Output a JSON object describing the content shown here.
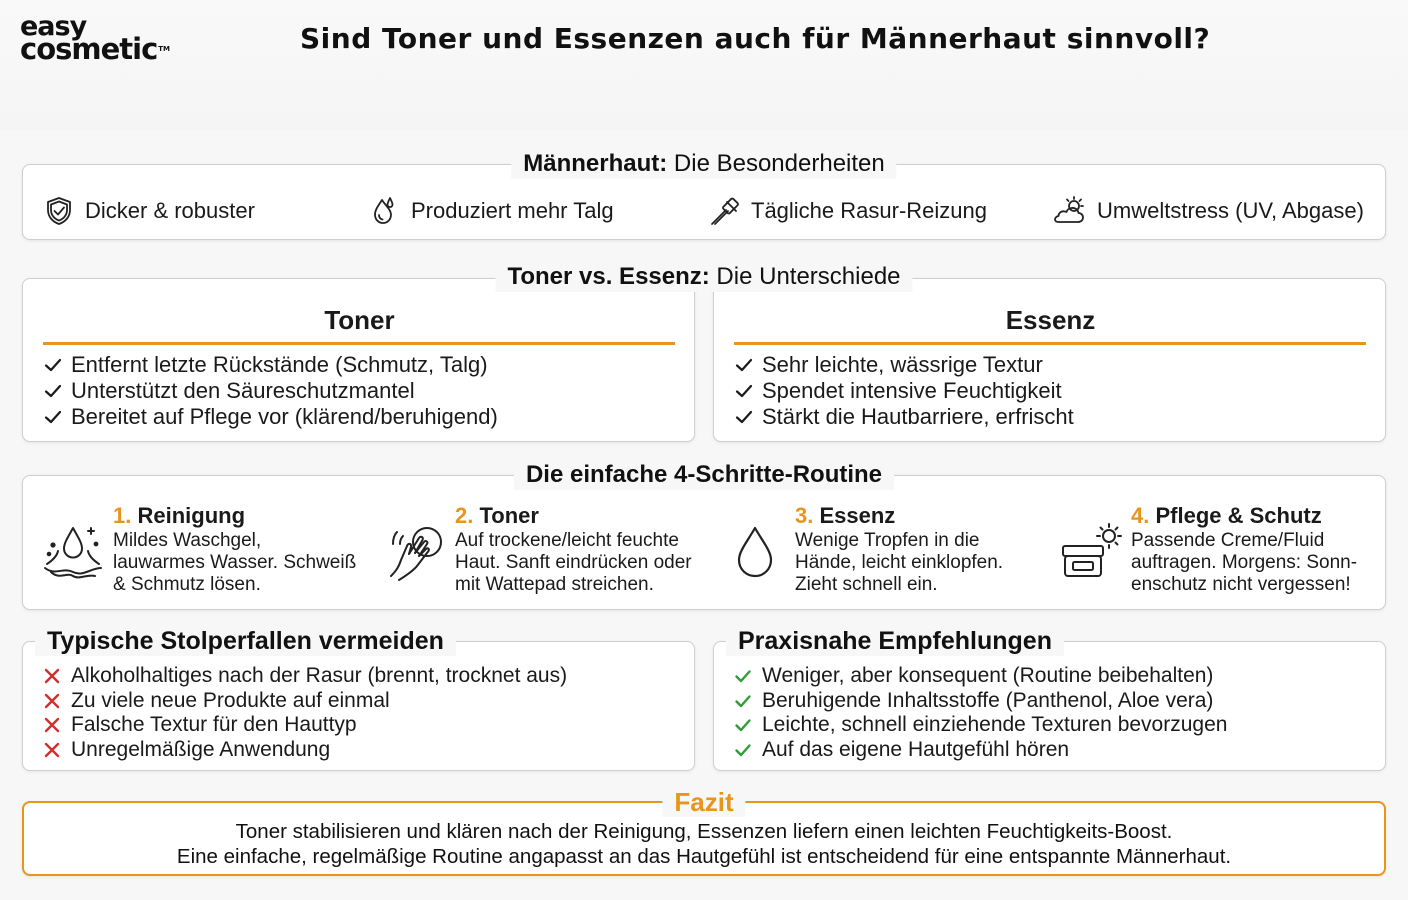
{
  "brand": {
    "line1": "easy",
    "line2": "cosmetic",
    "tm": "TM"
  },
  "title": "Sind Toner und Essenzen auch für Männerhaut sinnvoll?",
  "colors": {
    "accent": "#e8951e",
    "check": "#1a1a1a",
    "check_green": "#2e9d3a",
    "cross": "#d32f2f",
    "border": "#cfcfcf"
  },
  "section1": {
    "heading_bold": "Männerhaut:",
    "heading_rest": " Die Besonderheiten",
    "features": [
      {
        "icon": "shield-icon",
        "label": "Dicker & robuster"
      },
      {
        "icon": "oil-drop-icon",
        "label": "Produziert mehr Talg"
      },
      {
        "icon": "razor-icon",
        "label": "Tägliche Rasur-Reizung"
      },
      {
        "icon": "sun-cloud-icon",
        "label": "Umweltstress (UV, Abgase)"
      }
    ]
  },
  "section2": {
    "heading_bold": "Toner vs. Essenz:",
    "heading_rest": " Die Unterschiede",
    "toner": {
      "title": "Toner",
      "items": [
        "Entfernt letzte Rückstände (Schmutz, Talg)",
        "Unterstützt den Säureschutzmantel",
        "Bereitet auf Pflege vor (klärend/beruhigend)"
      ]
    },
    "essenz": {
      "title": "Essenz",
      "items": [
        "Sehr leichte, wässrige Textur",
        "Spendet intensive Feuchtigkeit",
        "Stärkt die Hautbarriere, erfrischt"
      ]
    }
  },
  "section3": {
    "heading": "Die einfache 4-Schritte-Routine",
    "steps": [
      {
        "num": "1.",
        "title": "Reinigung",
        "icon": "water-splash-icon",
        "lines": [
          "Mildes Waschgel,",
          "lauwarmes Wasser. Schweiß",
          "& Schmutz lösen."
        ]
      },
      {
        "num": "2.",
        "title": "Toner",
        "icon": "hand-pat-icon",
        "lines": [
          "Auf trockene/leicht feuchte",
          "Haut. Sanft eindrücken oder",
          "mit Wattepad streichen."
        ]
      },
      {
        "num": "3.",
        "title": "Essenz",
        "icon": "drop-icon",
        "lines": [
          "Wenige Tropfen in die",
          "Hände, leicht einklopfen.",
          "Zieht schnell ein."
        ]
      },
      {
        "num": "4.",
        "title": "Pflege & Schutz",
        "icon": "cream-jar-sun-icon",
        "lines": [
          "Passende Creme/Fluid",
          "auftragen. Morgens: Sonn-",
          "enschutz nicht vergessen!"
        ]
      }
    ]
  },
  "section4": {
    "heading": "Typische Stolperfallen vermeiden",
    "items": [
      "Alkoholhaltiges nach der Rasur (brennt, trocknet aus)",
      "Zu viele neue Produkte auf einmal",
      "Falsche Textur für den Hauttyp",
      "Unregelmäßige Anwendung"
    ]
  },
  "section5": {
    "heading": "Praxisnahe Empfehlungen",
    "items": [
      "Weniger, aber konsequent (Routine beibehalten)",
      "Beruhigende Inhaltsstoffe (Panthenol, Aloe vera)",
      "Leichte, schnell einziehende Texturen bevorzugen",
      "Auf das eigene Hautgefühl hören"
    ]
  },
  "fazit": {
    "heading": "Fazit",
    "line1": "Toner stabilisieren und klären nach der Reinigung, Essenzen liefern einen leichten Feuchtigkeits-Boost.",
    "line2": "Eine einfache, regelmäßige Routine angapasst an das Hautgefühl ist entscheidend für eine entspannte Männerhaut."
  }
}
